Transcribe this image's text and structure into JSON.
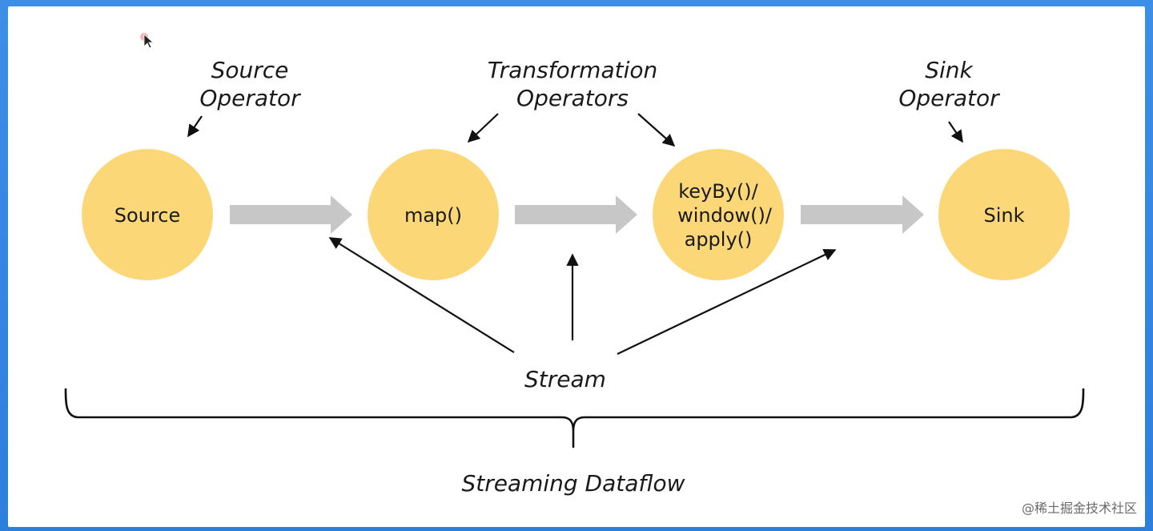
{
  "labels": {
    "source_operator": [
      "Source",
      "Operator"
    ],
    "transformation_operators": [
      "Transformation",
      "Operators"
    ],
    "sink_operator": [
      "Sink",
      "Operator"
    ],
    "stream": "Stream",
    "streaming_dataflow": "Streaming Dataflow"
  },
  "nodes": [
    {
      "id": "source",
      "lines": [
        "Source"
      ]
    },
    {
      "id": "map",
      "lines": [
        "map()"
      ]
    },
    {
      "id": "keyby-window-apply",
      "lines": [
        "keyBy()/",
        "window()/",
        "apply()"
      ]
    },
    {
      "id": "sink",
      "lines": [
        "Sink"
      ]
    }
  ],
  "watermark": "@稀土掘金技术社区",
  "colors": {
    "node_fill": "#fcd778",
    "flow_arrow": "#c7c7c7",
    "pointer_arrow": "#111111",
    "background_frame": "#2d7fdc"
  }
}
